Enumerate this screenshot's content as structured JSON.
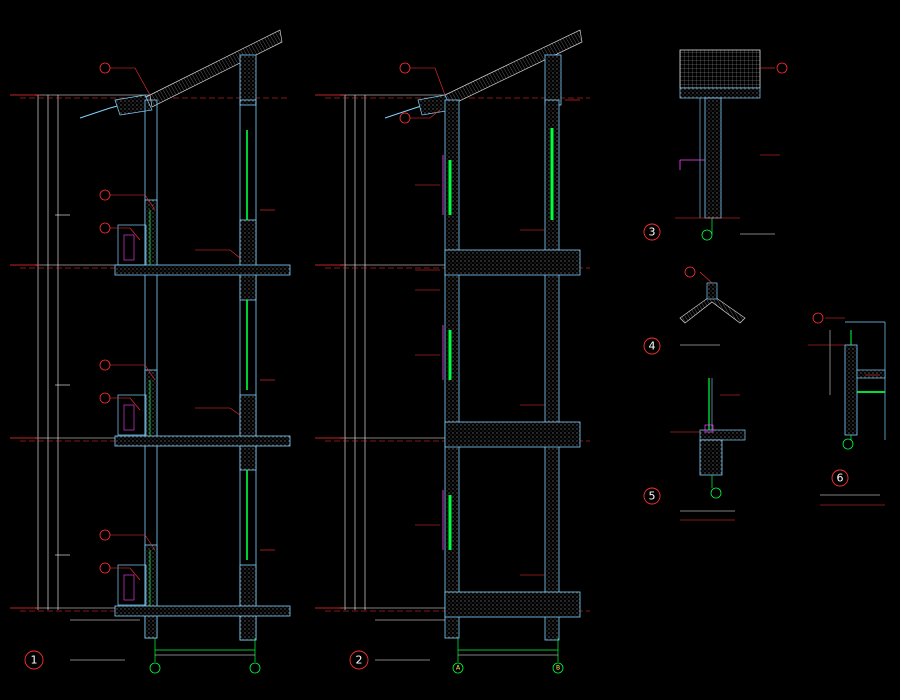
{
  "colors": {
    "background": "#000000",
    "wall": "#7fd3ff",
    "hatch": "#9a9a9a",
    "leader": "#ff3030",
    "dimension": "#ffffff",
    "glass": "#00ff40",
    "axis": "#00ff40",
    "accent": "#ff40ff",
    "roof": "#d0d0d0"
  },
  "section_markers": [
    {
      "number": "1"
    },
    {
      "number": "2"
    },
    {
      "number": "3"
    },
    {
      "number": "4"
    },
    {
      "number": "5"
    },
    {
      "number": "6"
    }
  ],
  "axis_bubbles": {
    "section2_left": "A",
    "section2_right": "B"
  }
}
